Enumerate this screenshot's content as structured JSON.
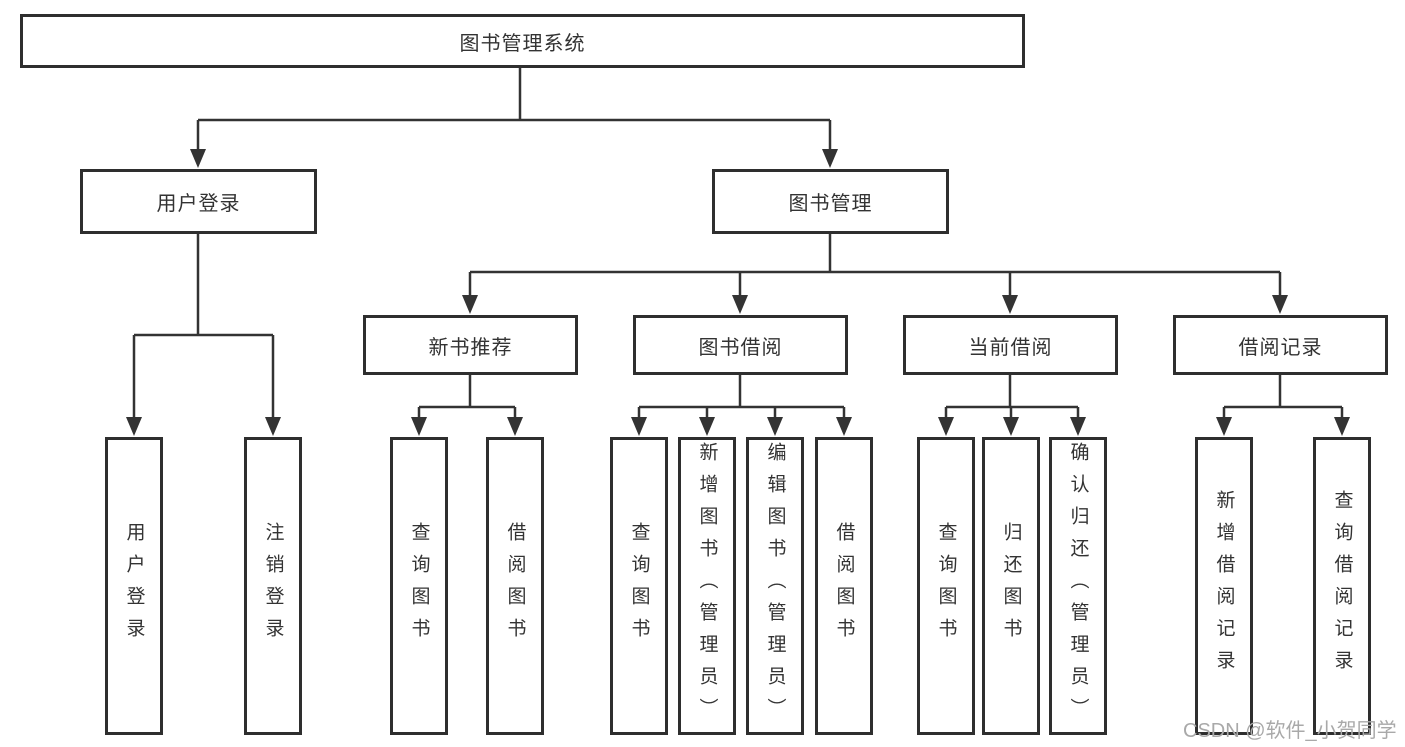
{
  "diagram": {
    "root": {
      "label": "图书管理系统"
    },
    "branches": [
      {
        "label": "用户登录",
        "children": [
          "用户登录",
          "注销登录"
        ]
      },
      {
        "label": "图书管理",
        "children": [
          {
            "label": "新书推荐",
            "children": [
              "查询图书",
              "借阅图书"
            ]
          },
          {
            "label": "图书借阅",
            "children": [
              "查询图书",
              "新增图书（管理员）",
              "编辑图书（管理员）",
              "借阅图书"
            ]
          },
          {
            "label": "当前借阅",
            "children": [
              "查询图书",
              "归还图书",
              "确认归还（管理员）"
            ]
          },
          {
            "label": "借阅记录",
            "children": [
              "新增借阅记录",
              "查询借阅记录"
            ]
          }
        ]
      }
    ]
  },
  "watermark": "CSDN @软件_小贺同学",
  "colors": {
    "line": "#333333",
    "box_border": "#2e2e2e",
    "text": "#333333",
    "watermark_text": "#a9a9a9",
    "background": "#ffffff"
  }
}
